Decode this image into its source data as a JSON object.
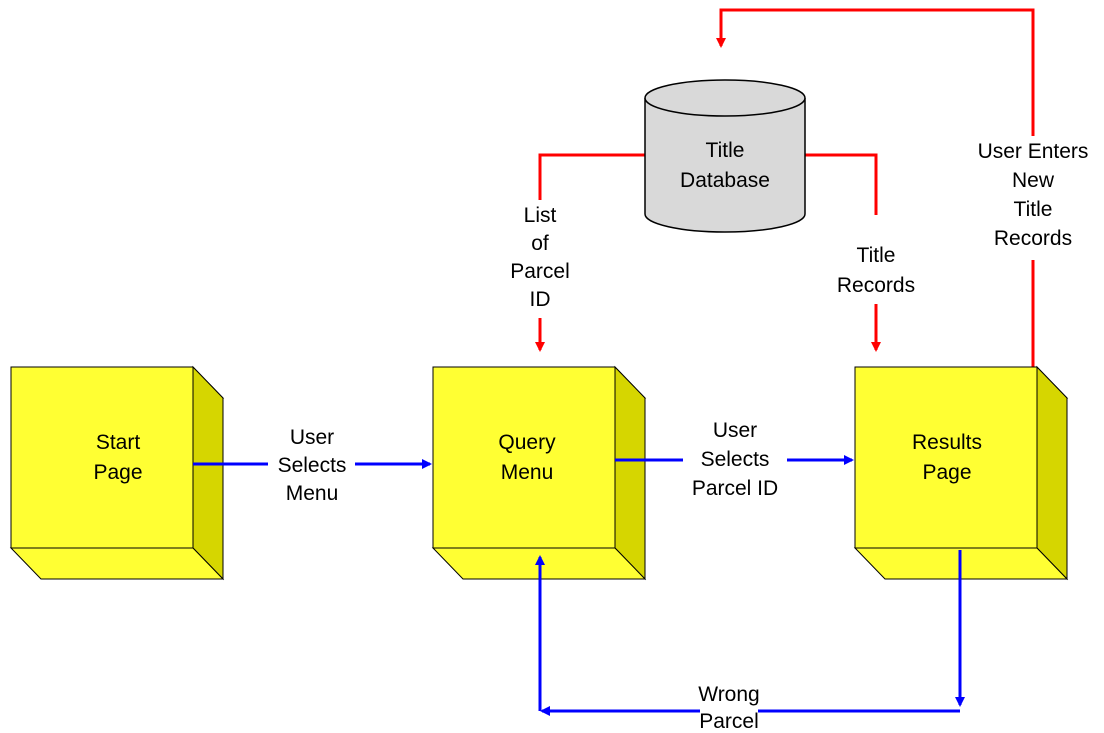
{
  "colors": {
    "box_fill": "#ffff33",
    "box_side": "#d6d600",
    "box_stroke": "#000000",
    "db_fill": "#d9d9d9",
    "data_flow": "#ff0000",
    "nav_flow": "#0000ff"
  },
  "nodes": {
    "start_page": {
      "line1": "Start",
      "line2": "Page"
    },
    "query_menu": {
      "line1": "Query",
      "line2": "Menu"
    },
    "results_page": {
      "line1": "Results",
      "line2": "Page"
    },
    "title_database": {
      "line1": "Title",
      "line2": "Database"
    }
  },
  "edges": {
    "user_selects_menu": {
      "line1": "User",
      "line2": "Selects",
      "line3": "Menu"
    },
    "user_selects_parcel_id": {
      "line1": "User",
      "line2": "Selects",
      "line3": "Parcel ID"
    },
    "wrong_parcel": {
      "line1": "Wrong",
      "line2": "Parcel"
    },
    "list_of_parcel_id": {
      "line1": "List",
      "line2": "of",
      "line3": "Parcel",
      "line4": "ID"
    },
    "title_records": {
      "line1": "Title",
      "line2": "Records"
    },
    "user_enters_new_title_records": {
      "line1": "User Enters",
      "line2": "New",
      "line3": "Title",
      "line4": "Records"
    }
  }
}
